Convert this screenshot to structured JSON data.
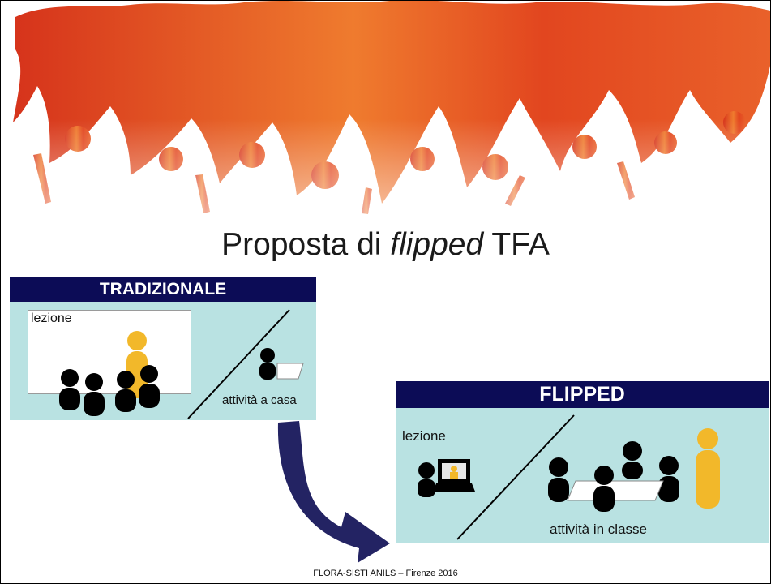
{
  "slide": {
    "title_pre": "Proposta di ",
    "title_em": "flipped",
    "title_post": " TFA",
    "footer": "FLORA-SISTI  ANILS – Firenze 2016"
  },
  "traditional": {
    "header": "TRADIZIONALE",
    "board_label": "lezione",
    "home_label": "attività a casa"
  },
  "flipped": {
    "header": "FLIPPED",
    "lesson_label": "lezione",
    "class_label": "attività in classe"
  },
  "colors": {
    "header_bg": "#0c0c56",
    "panel_bg": "#b9e2e2",
    "teacher": "#f2b82a",
    "student": "#000000",
    "arrow": "#232363",
    "banner_light": "#f6c274",
    "banner_dark": "#d6331b"
  }
}
